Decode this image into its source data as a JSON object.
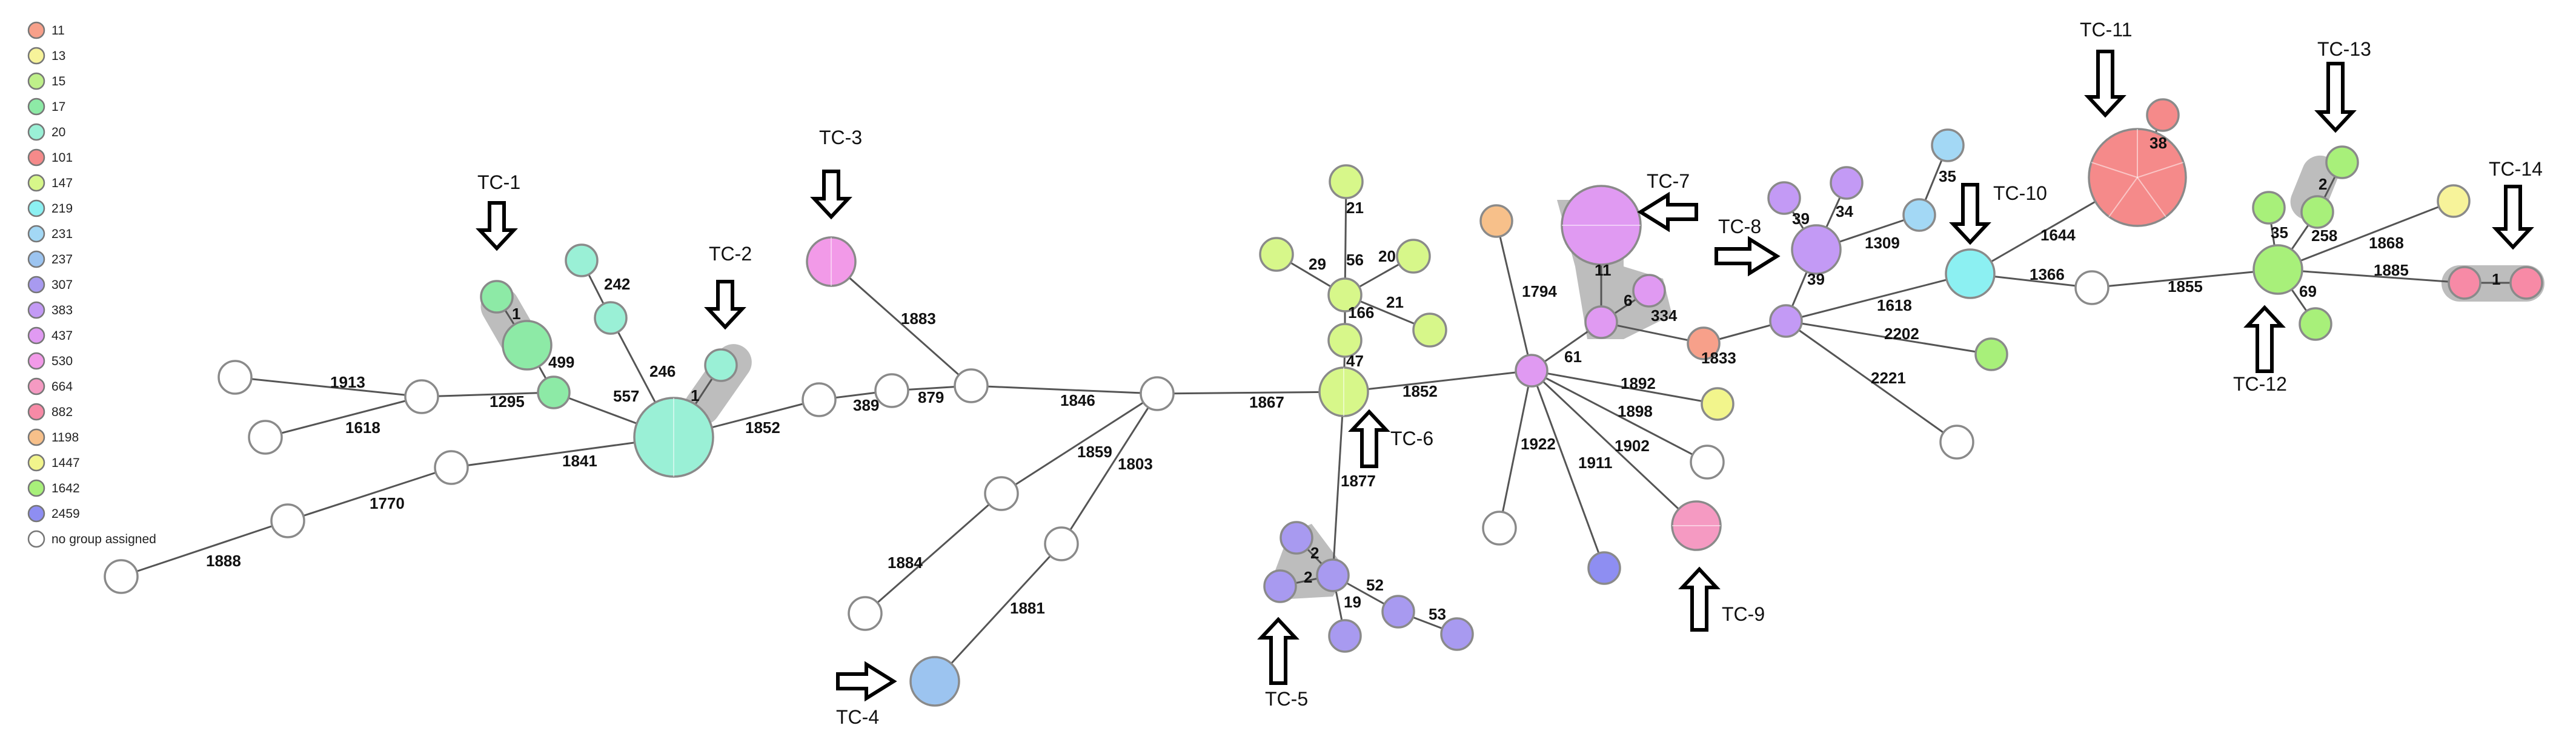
{
  "legend": [
    {
      "label": "11",
      "color": "#f7a08a"
    },
    {
      "label": "13",
      "color": "#f7f39a"
    },
    {
      "label": "15",
      "color": "#bff08a"
    },
    {
      "label": "17",
      "color": "#8deaa6"
    },
    {
      "label": "20",
      "color": "#9af0d6"
    },
    {
      "label": "101",
      "color": "#f58a8a"
    },
    {
      "label": "147",
      "color": "#d7f78a"
    },
    {
      "label": "219",
      "color": "#8cf0f2"
    },
    {
      "label": "231",
      "color": "#a3d8f5"
    },
    {
      "label": "237",
      "color": "#9cc4f0"
    },
    {
      "label": "307",
      "color": "#a89af0"
    },
    {
      "label": "383",
      "color": "#c39af5"
    },
    {
      "label": "437",
      "color": "#e09af2"
    },
    {
      "label": "530",
      "color": "#f29ae8"
    },
    {
      "label": "664",
      "color": "#f59ac2"
    },
    {
      "label": "882",
      "color": "#f78aa6"
    },
    {
      "label": "1198",
      "color": "#f7c08a"
    },
    {
      "label": "1447",
      "color": "#f2f58c"
    },
    {
      "label": "1642",
      "color": "#a8f07a"
    },
    {
      "label": "2459",
      "color": "#8e8ef2"
    },
    {
      "label": "no group assigned",
      "color": "#ffffff"
    }
  ],
  "edge_labels": {
    "e1913": "1913",
    "e1618a": "1618",
    "e1295": "1295",
    "e499": "499",
    "e1": "1",
    "e242": "242",
    "e246": "246",
    "e557": "557",
    "e1c": "1",
    "e1852a": "1852",
    "e1841": "1841",
    "e1770": "1770",
    "e1888": "1888",
    "e389": "389",
    "e879": "879",
    "e1883": "1883",
    "e1846": "1846",
    "e1859": "1859",
    "e1803": "1803",
    "e1884": "1884",
    "e1881": "1881",
    "e1867": "1867",
    "e21a": "21",
    "e56": "56",
    "e29": "29",
    "e20": "20",
    "e21b": "21",
    "e166": "166",
    "e47": "47",
    "e1877": "1877",
    "e2a": "2",
    "e2b": "2",
    "e52": "52",
    "e19": "19",
    "e53": "53",
    "e1852b": "1852",
    "e1794": "1794",
    "e61": "61",
    "e1892": "1892",
    "e1898": "1898",
    "e1902": "1902",
    "e1922": "1922",
    "e1911": "1911",
    "e11": "11",
    "e6": "6",
    "e334": "334",
    "e1833": "1833",
    "e39a": "39",
    "e34": "34",
    "e39b": "39",
    "e1309": "1309",
    "e35a": "35",
    "e1618b": "1618",
    "e2202": "2202",
    "e2221": "2221",
    "e1644": "1644",
    "e38": "38",
    "e1366": "1366",
    "e1855": "1855",
    "e35b": "35",
    "e2c": "2",
    "e258": "258",
    "e69": "69",
    "e1868": "1868",
    "e1885": "1885",
    "e1d": "1"
  },
  "tc_labels": {
    "tc1": "TC-1",
    "tc2": "TC-2",
    "tc3": "TC-3",
    "tc4": "TC-4",
    "tc5": "TC-5",
    "tc6": "TC-6",
    "tc7": "TC-7",
    "tc8": "TC-8",
    "tc9": "TC-9",
    "tc10": "TC-10",
    "tc11": "TC-11",
    "tc12": "TC-12",
    "tc13": "TC-13",
    "tc14": "TC-14"
  }
}
